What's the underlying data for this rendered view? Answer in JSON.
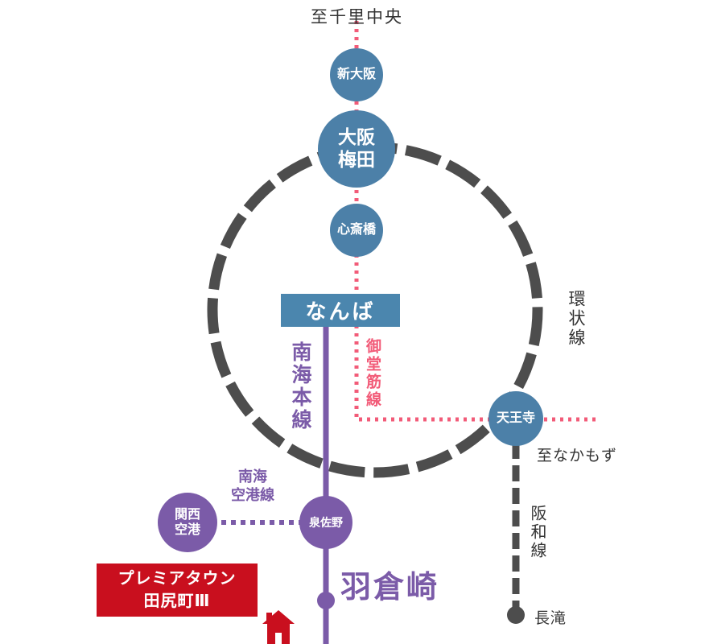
{
  "colors": {
    "station_blue": "#4C80A8",
    "namba_blue": "#4B86AE",
    "line_purple": "#7B5BA8",
    "midosuji_pink": "#F25B78",
    "loop_line_dark": "#4D4D4D",
    "property_red": "#C90F1E",
    "text_dark": "#333333"
  },
  "labels": {
    "to_senri_chuo": "至千里中央",
    "to_nakamozu": "至なかもず",
    "loop_line": "環状線",
    "nankai_main_line": "南海本線",
    "midosuji_line": "御堂筋線",
    "hanwa_line": "阪和線",
    "nankai_airport_line": "南海\n空港線"
  },
  "stations": {
    "shin_osaka": "新大阪",
    "osaka_umeda": "大阪\n梅田",
    "shinsaibashi": "心斎橋",
    "namba": "なんば",
    "tennoji": "天王寺",
    "kansai_airport": "関西\n空港",
    "izumisano": "泉佐野",
    "hagurazaki": "羽倉崎",
    "nagataki": "長滝"
  },
  "property": {
    "name": "プレミアタウン\n田尻町Ⅲ"
  }
}
